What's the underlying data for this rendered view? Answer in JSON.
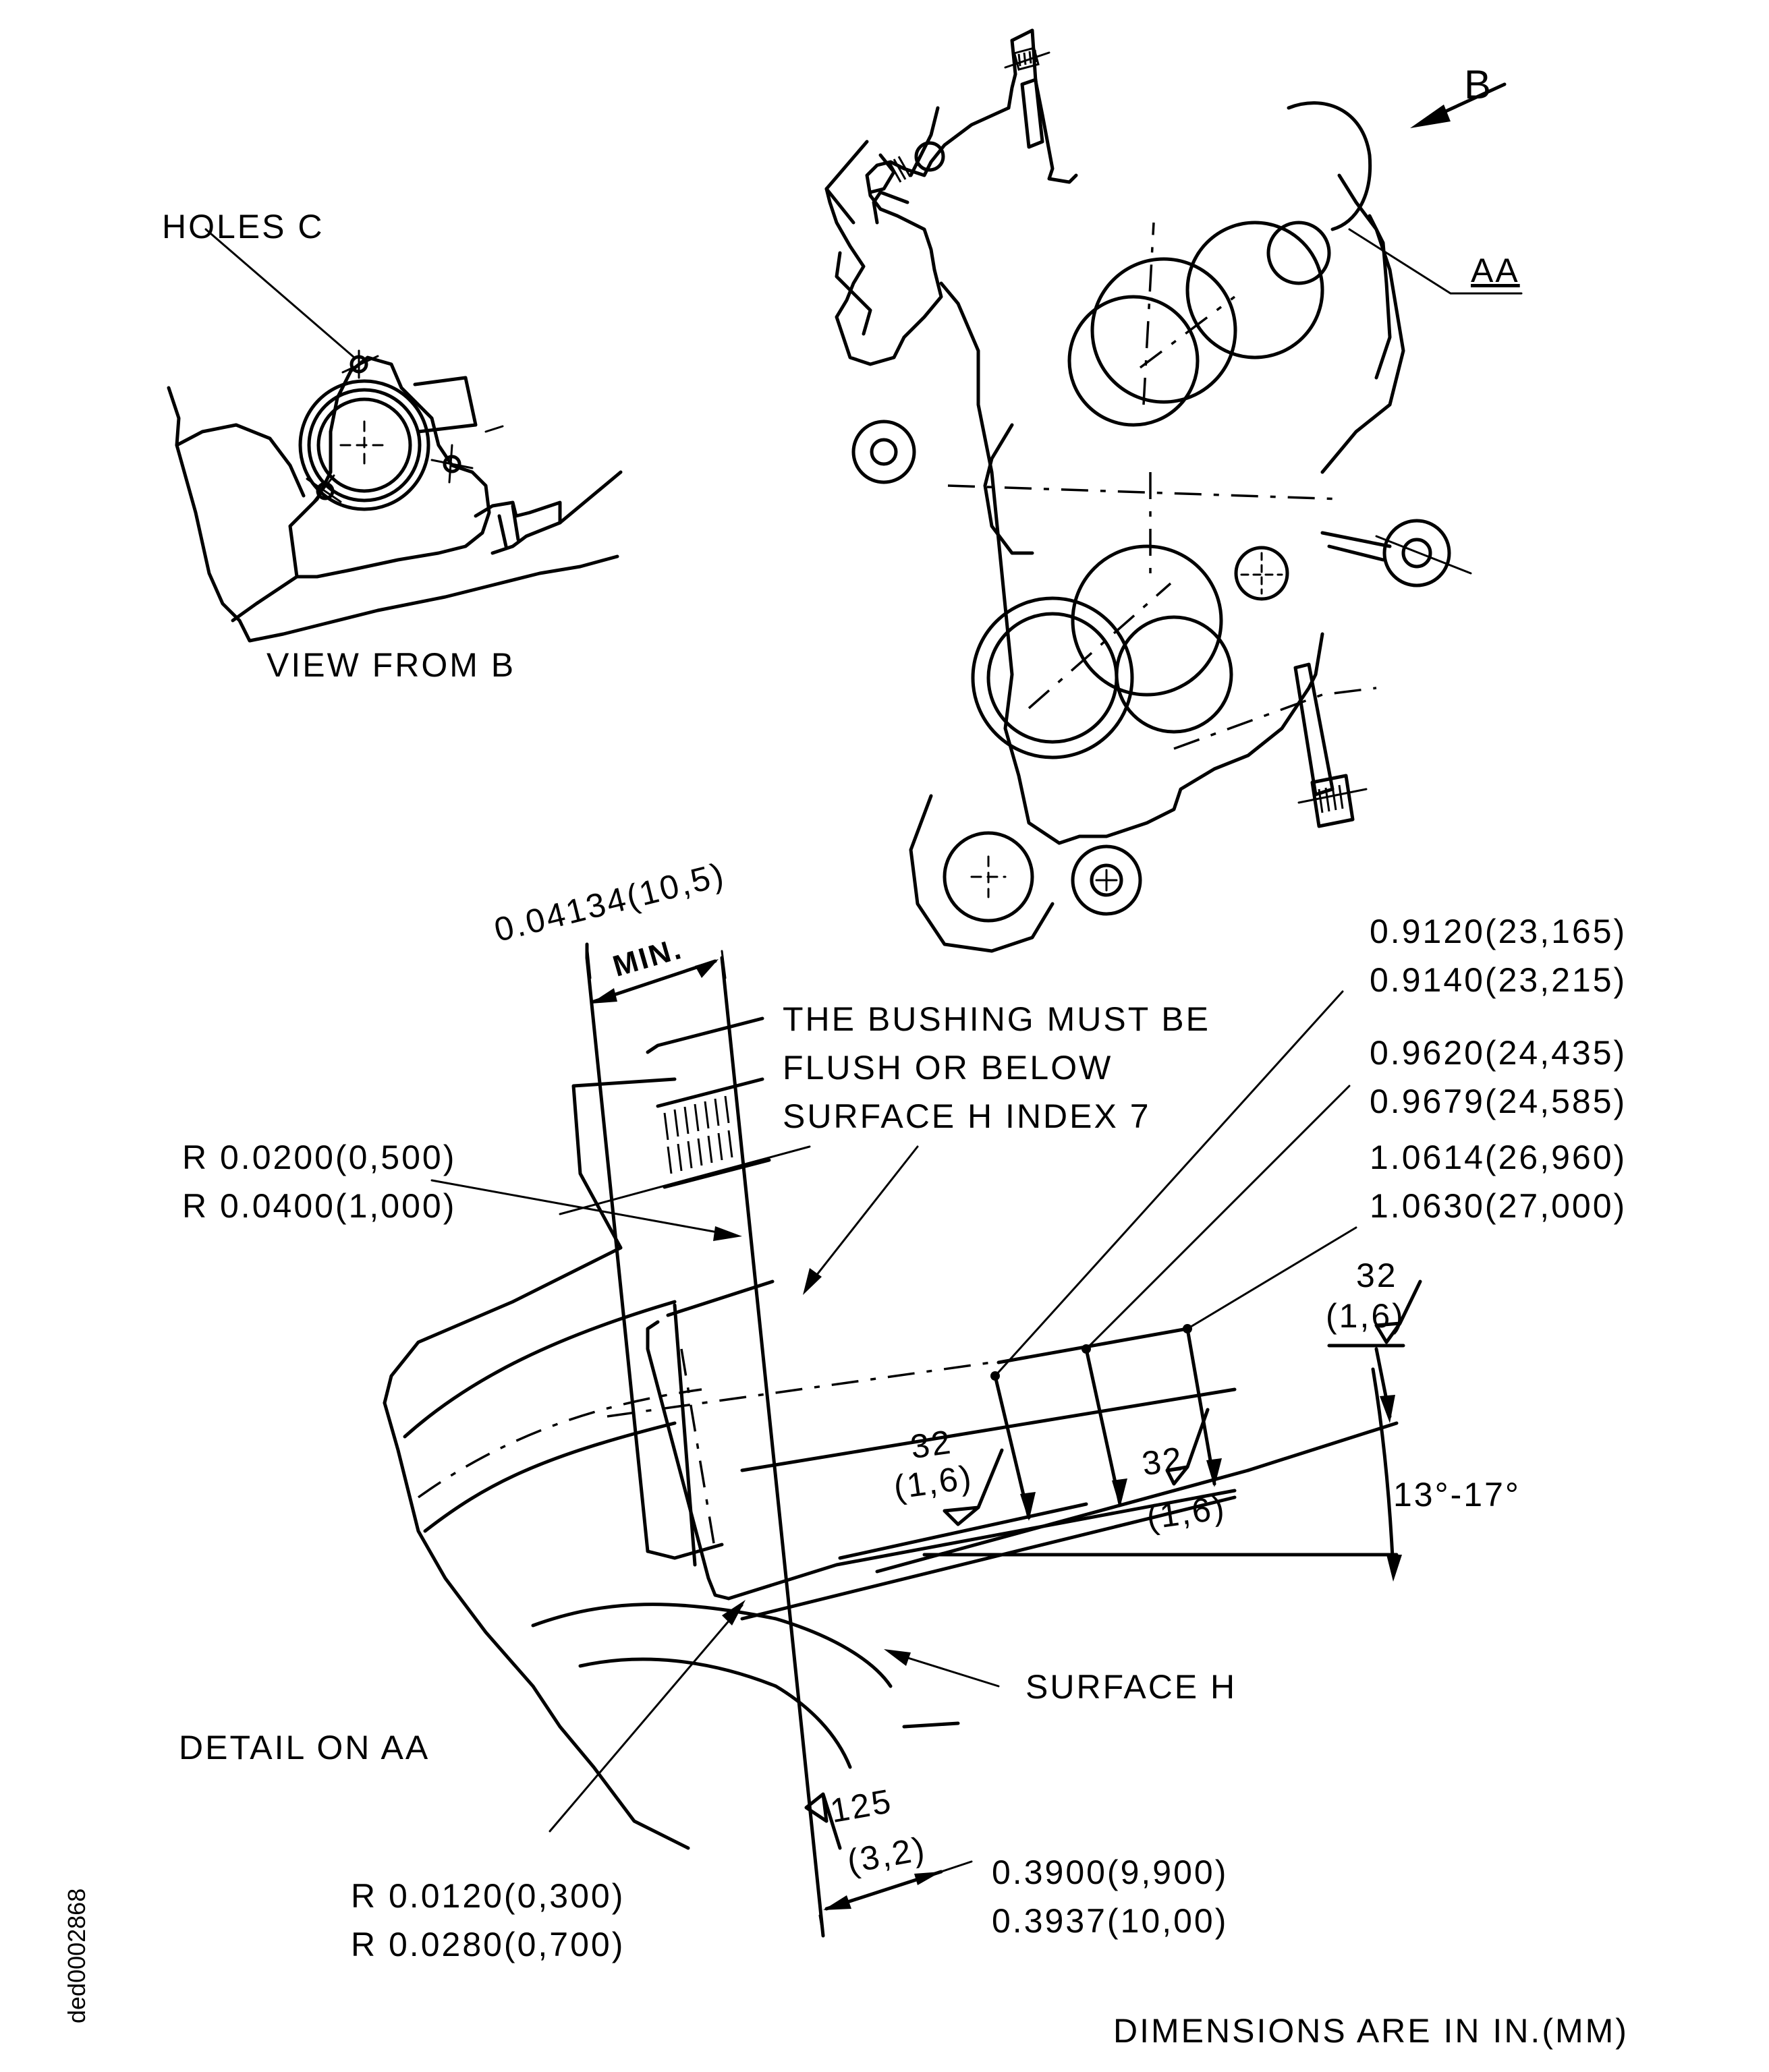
{
  "drawing": {
    "document_id": "ded0002868",
    "footer_note": "DIMENSIONS ARE IN IN.(MM)"
  },
  "view_from_b": {
    "title": "VIEW FROM B",
    "callout": "HOLES C"
  },
  "main_view": {
    "view_arrow_label": "B",
    "detail_callout": "AA"
  },
  "detail_aa": {
    "title": "DETAIL ON AA",
    "min_width": {
      "value": "0.04134(10,5)",
      "qualifier": "MIN."
    },
    "bushing_note": [
      "THE BUSHING MUST BE",
      "FLUSH  OR BELOW",
      "SURFACE H INDEX  7"
    ],
    "top_radius": [
      "R 0.0200(0,500)",
      "R 0.0400(1,000)"
    ],
    "bottom_radius": [
      "R 0.0120(0,300)",
      "R 0.0280(0,700)"
    ],
    "diameters": [
      [
        "0.9120(23,165)",
        "0.9140(23,215)"
      ],
      [
        "0.9620(24,435)",
        "0.9679(24,585)"
      ],
      [
        "1.0614(26,960)",
        "1.0630(27,000)"
      ]
    ],
    "surface_finish": {
      "bore": {
        "ra": "32",
        "um": "(1,6)"
      },
      "step": {
        "ra": "32",
        "um": "(1,6)"
      },
      "face": {
        "ra": "32",
        "um": "(1,6)"
      },
      "surface_h": {
        "ra": "125",
        "um": "(3,2)"
      }
    },
    "angle": "13°-17°",
    "surface_label": "SURFACE H",
    "thickness": [
      "0.3900(9,900)",
      "0.3937(10,00)"
    ]
  }
}
